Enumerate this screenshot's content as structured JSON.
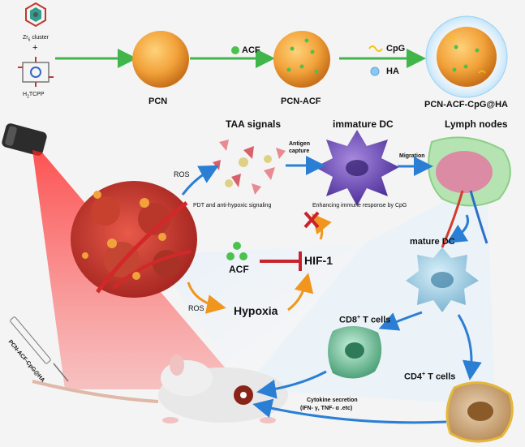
{
  "synthesis": {
    "zr_cluster": "Zr",
    "zr_sub": "6",
    "zr_suffix": " cluster",
    "plus": "+",
    "tcpp_prefix": "H",
    "tcpp_sub": "2",
    "tcpp_suffix": "TCPP",
    "pcn": "PCN",
    "acf": "ACF",
    "pcn_acf": "PCN-ACF",
    "cpg": "CpG",
    "ha": "HA",
    "final": "PCN-ACF-CpG@HA"
  },
  "immune": {
    "taa": "TAA signals",
    "immature_dc": "immature DC",
    "lymph": "Lymph nodes",
    "antigen_capture_1": "Antigen",
    "antigen_capture_2": "capture",
    "migration": "Migration",
    "ros_top": "ROS",
    "pdt": "PDT and anti-hypoxic signaling",
    "enhancing": "Enhancing  immune response by CpG",
    "mature_dc": "mature DC",
    "cd8_prefix": "CD8",
    "cd8_sup": "+",
    "cd8_suffix": " T cells",
    "cd4_prefix": "CD4",
    "cd4_sup": "+",
    "cd4_suffix": " T cells",
    "cytokine_1": "Cytokine secretion",
    "cytokine_2": "(IFN- γ,  TNF- α .etc)"
  },
  "tumor": {
    "acf": "ACF",
    "hif": "HIF-1",
    "ros": "ROS",
    "hypoxia": "Hypoxia",
    "syringe": "PCN-ACF-CpG@HA"
  },
  "colors": {
    "green_arrow": "#3fb54a",
    "blue_arrow": "#2a7fd4",
    "orange_arrow": "#f0961e",
    "inhibit_red": "#c8222c",
    "laser_red": "#e0161c",
    "nano_orange": "#f2a23a",
    "acf_green": "#4cc24c"
  }
}
